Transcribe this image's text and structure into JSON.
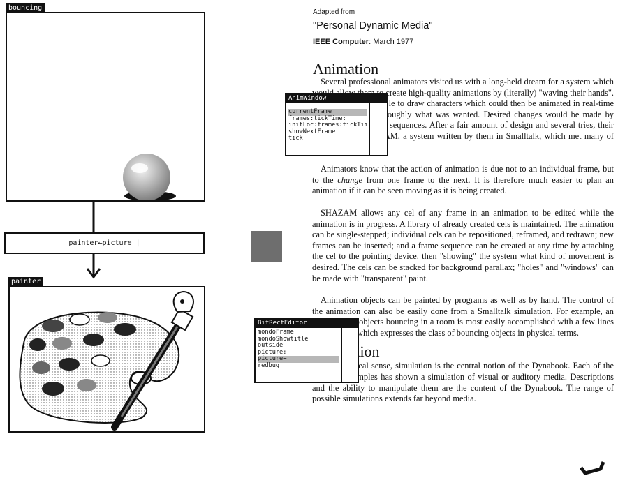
{
  "bouncing": {
    "tab_label": "bouncing"
  },
  "command_box": {
    "text": "painter←picture |"
  },
  "painter": {
    "tab_label": "painter"
  },
  "anim_window": {
    "title": "AnimWindow",
    "items": [
      "currentFrame",
      "frames:tickTime:",
      "initLoc:frames:tickTim",
      "showNextFrame",
      "tick"
    ]
  },
  "bitrect_editor": {
    "title": "BitRectEditor",
    "items": [
      "mondoFrame",
      "mondoShowtitle",
      "outside",
      "picture:",
      "picture←",
      "redbug"
    ]
  },
  "article": {
    "adapted_from": "Adapted from",
    "source_title": "\"Personal Dynamic Media\"",
    "journal": "IEEE Computer",
    "date": ": March 1977",
    "heading_animation": "Animation",
    "para1": "Several professional animators visited us with a long-held dream for a system which would allow them to create high-quality animations by (literally) \"waving their hands\". They wanted to be able to draw characters which could then be animated in real-time by simply showing roughly what was wanted. Desired changes would be made by editing the animation sequences. After a fair amount of design and several tries, their ideas yielded SHAZAM, a system written by them in Smalltalk, which met many of their goals.",
    "para2_before": "Animators know that the action of animation is due not to an individual frame, but to the ",
    "para2_em": "change",
    "para2_after": " from one frame to the next. It is therefore much easier to plan an animation if it can be seen moving as it is being created.",
    "para3": "SHAZAM allows any cel of any frame in an animation to be edited while the animation is in progress. A library of already created cels is maintained. The animation can be single-stepped; individual cels can be repositioned, reframed, and redrawn; new frames can be inserted; and a frame sequence can be created at any time by attaching the cel to the pointing device. then \"showing\" the system what kind of movement is desired. The cels can be stacked for background parallax; \"holes\" and \"windows\" can be made with \"transparent\" paint.",
    "para4": "Animation objects can be painted by programs as well as by hand. The control of the animation can also be easily done from a Smalltalk simulation. For example, an animation of objects bouncing in a room is most easily accomplished with a few lines of Smalltalk which expresses the class of bouncing objects in physical terms.",
    "heading_simulation": "Simulation",
    "para5": "In a very real sense, simulation is the central notion of the Dynabook. Each of the previous examples has shown a simulation of visual or auditory media. Descriptions and the ability to manipulate them are the content of the Dynabook. The range of possible simulations extends far beyond media."
  },
  "colors": {
    "ink": "#111111",
    "selection": "#b7b7b7",
    "swatch": "#6e6e6e"
  }
}
